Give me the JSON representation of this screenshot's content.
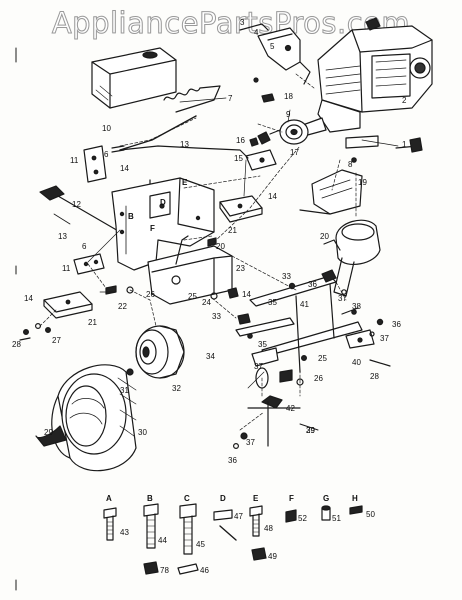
{
  "watermark": "AppliancePartsPros.com",
  "labels": [
    "1",
    "2",
    "3",
    "4",
    "5",
    "6",
    "7",
    "8",
    "9",
    "10",
    "11",
    "12",
    "13",
    "14",
    "15",
    "16",
    "17",
    "18",
    "19",
    "20",
    "21",
    "22",
    "23",
    "24",
    "25",
    "26",
    "27",
    "28",
    "29",
    "30",
    "31",
    "32",
    "33",
    "34",
    "35",
    "36",
    "37",
    "38",
    "39",
    "40",
    "41",
    "42",
    "43",
    "44",
    "45",
    "46",
    "47",
    "48",
    "49",
    "50",
    "51",
    "52",
    "78"
  ],
  "letters": [
    "A",
    "B",
    "C",
    "D",
    "E",
    "F",
    "G",
    "H"
  ],
  "colors": {
    "ink": "#1a1a1a",
    "paper": "#fdfdfb",
    "watermark": "#9a9a9a"
  }
}
